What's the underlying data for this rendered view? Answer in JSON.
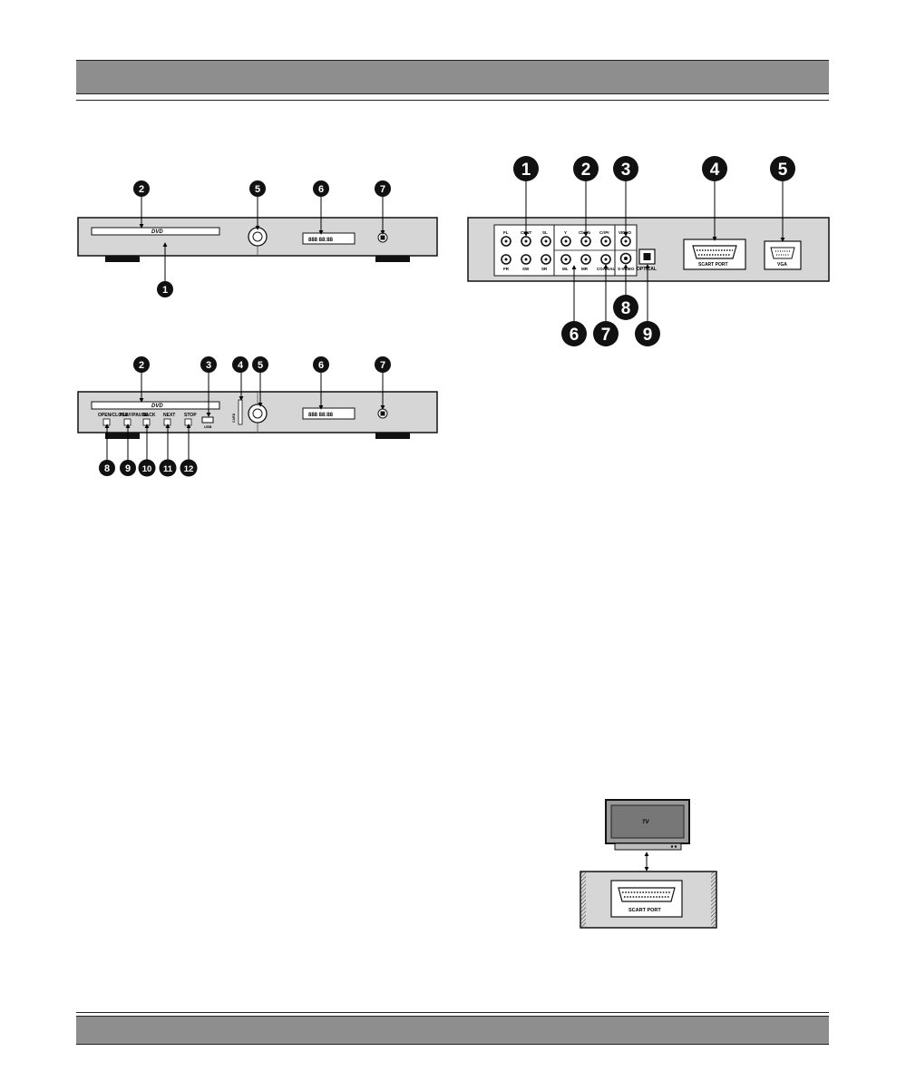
{
  "front1": {
    "logo": "DVD",
    "display": "888 88:88",
    "callouts": [
      "2",
      "5",
      "6",
      "7",
      "1"
    ]
  },
  "front2": {
    "logo": "DVD",
    "display": "888 88:88",
    "usb": "USB",
    "card": "CARD",
    "button_labels": [
      "OPEN/CLOSE",
      "PLAY/PAUSE",
      "BACK",
      "NEXT",
      "STOP"
    ],
    "callouts": [
      "2",
      "3",
      "4",
      "5",
      "6",
      "7",
      "8",
      "9",
      "10",
      "11",
      "12"
    ]
  },
  "rear": {
    "labels": {
      "fl": "FL",
      "cent": "CENT",
      "sl": "SL",
      "fr": "FR",
      "sw": "SW",
      "sr": "SR",
      "y": "Y",
      "cb": "Cb/Pb",
      "cr": "Cr/Pr",
      "video": "VIDEO",
      "ml": "ML",
      "mr": "MR",
      "coaxial": "COAXIAL",
      "svideo": "S-VIDEO",
      "optical": "OPTICAL",
      "scart": "SCART PORT",
      "vga": "VGA"
    },
    "callouts": [
      "1",
      "2",
      "3",
      "4",
      "5",
      "6",
      "7",
      "8",
      "9"
    ]
  },
  "scart_diagram": {
    "tv": "TV",
    "scart": "SCART PORT"
  }
}
